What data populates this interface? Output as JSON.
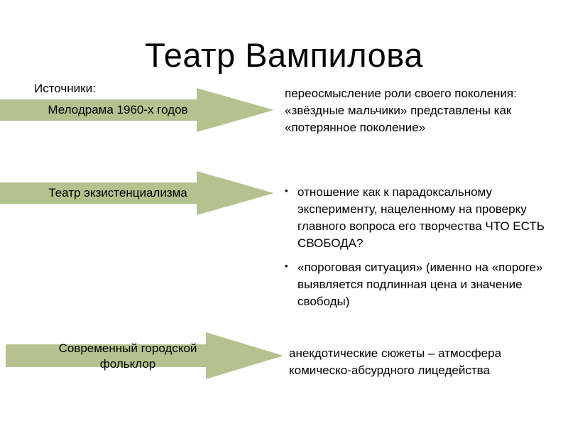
{
  "slide": {
    "title": "Театр Вампилова",
    "sources_label": "Источники:",
    "arrow_fill": "#b5c28f",
    "rows": [
      {
        "source": "Мелодрама 1960-х годов",
        "description": "переосмысление роли своего поколения: «звёздные мальчики» представлены как «потерянное поколение»"
      },
      {
        "source": "Театр экзистенциализма",
        "bullets": [
          "отношение  как к парадоксальному эксперименту, нацеленному на проверку главного вопроса его творчества ЧТО ЕСТЬ СВОБОДА?",
          "«пороговая ситуация» (именно на «пороге» выявляется подлинная цена и значение свободы)"
        ]
      },
      {
        "source": "Современный городской фольклор",
        "description": "анекдотические сюжеты – атмосфера комическо-абсурдного лицедейства"
      }
    ]
  }
}
